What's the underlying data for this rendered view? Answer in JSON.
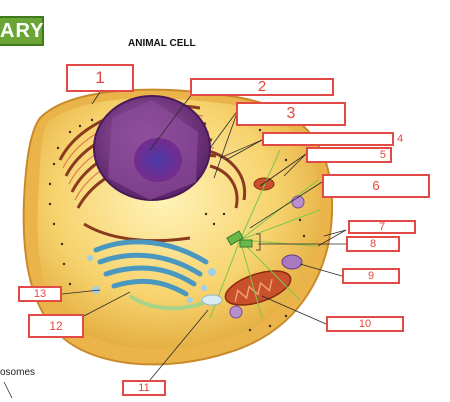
{
  "banner_text": "ARY",
  "title": "ANIMAL CELL",
  "corner_text": "osomes",
  "labels": [
    "1",
    "2",
    "3",
    "4",
    "5",
    "6",
    "7",
    "8",
    "9",
    "10",
    "11",
    "12",
    "13"
  ],
  "colors": {
    "label_border": "#e24b45",
    "label_text": "#e8473f",
    "banner": "#6aa535",
    "cytoplasm": "#f7d36e",
    "nucleus": "#7a3a86",
    "golgi": "#5aa9c8",
    "mitochondria": "#c8502a"
  }
}
